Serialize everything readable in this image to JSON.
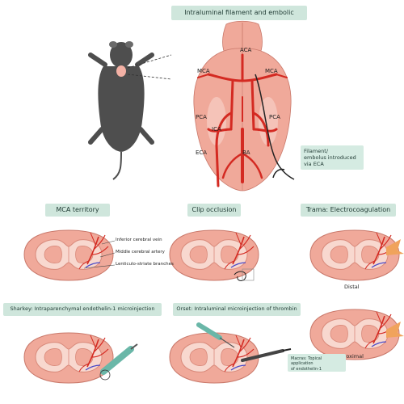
{
  "titles": {
    "main": "Intraluminal filament and embolic",
    "mca_territory": "MCA territory",
    "clip": "Clip occlusion",
    "trauma": "Trama: Electrocoagulation",
    "sharkey": "Sharkey: Intraparenchymal endothelin-1 microinjection",
    "orset": "Orset: Intraluminal microinjection of thrombin"
  },
  "brain_labels": {
    "aca": "ACA",
    "mca_left": "MCA",
    "mca_right": "MCA",
    "pca_left": "PCA",
    "pca_right": "PCA",
    "ica": "ICA",
    "eca": "ECA",
    "ba": "BA"
  },
  "filament_note": "Filament/\nembolus introduced\nvia ECA",
  "vessel_labels": {
    "vein": "Inferior cerebral vein",
    "artery": "Middle cerebral artery",
    "branches": "Lenticulo-striate branches"
  },
  "trauma_labels": {
    "distal": "Distal",
    "proximal": "Proximal"
  },
  "macras_note": "Macras: Topical application\nof endothelin-1",
  "colors": {
    "brain": "#f0a99a",
    "brain_outline": "#c9786a",
    "vessel": "#d42a22",
    "vein": "#4a4ac8",
    "box": "#cfe6dc",
    "mouse": "#4e4e4e"
  }
}
